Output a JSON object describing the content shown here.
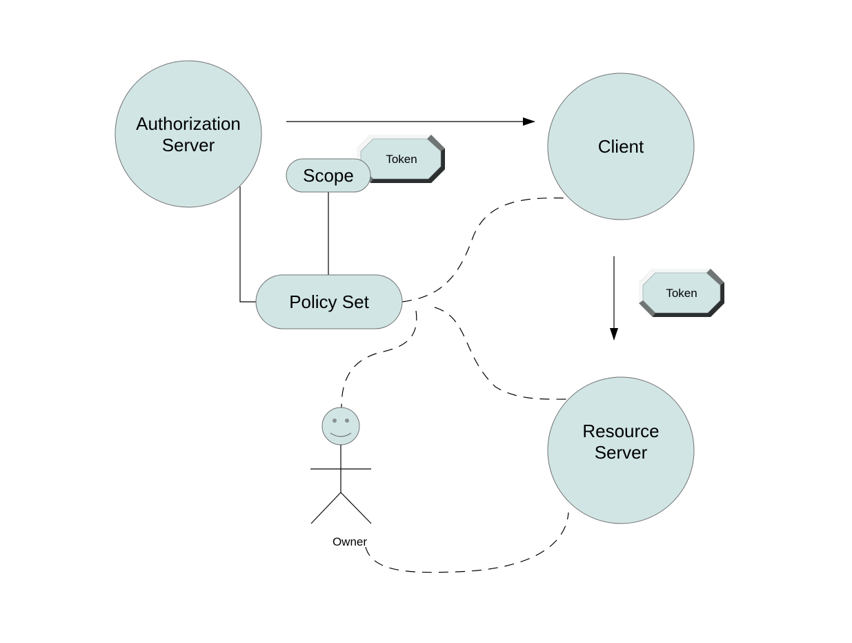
{
  "diagram": {
    "nodes": {
      "authorization_server": {
        "line1": "Authorization",
        "line2": "Server"
      },
      "client": {
        "label": "Client"
      },
      "resource_server": {
        "line1": "Resource",
        "line2": "Server"
      },
      "scope": {
        "label": "Scope"
      },
      "policy_set": {
        "label": "Policy Set"
      },
      "token_top": {
        "label": "Token"
      },
      "token_right": {
        "label": "Token"
      },
      "owner": {
        "label": "Owner"
      }
    },
    "colors": {
      "node_fill": "#d1e5e5",
      "node_stroke": "#707070",
      "token_dark_bevel": "#2b2f2f",
      "token_light_bevel": "#f4f6f6"
    }
  }
}
